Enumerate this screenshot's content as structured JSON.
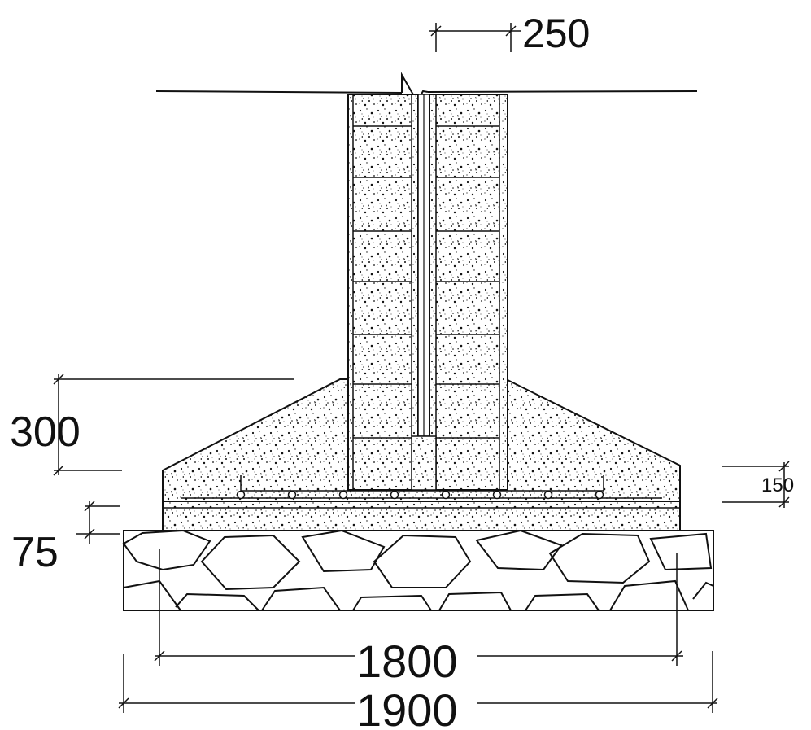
{
  "dimensions": {
    "wall_thickness": "250",
    "footing_height": "300",
    "footing_thickness": "150",
    "blinding": "75",
    "footing_width": "1800",
    "base_width": "1900"
  },
  "colors": {
    "ink": "#111111",
    "paper": "#ffffff"
  }
}
